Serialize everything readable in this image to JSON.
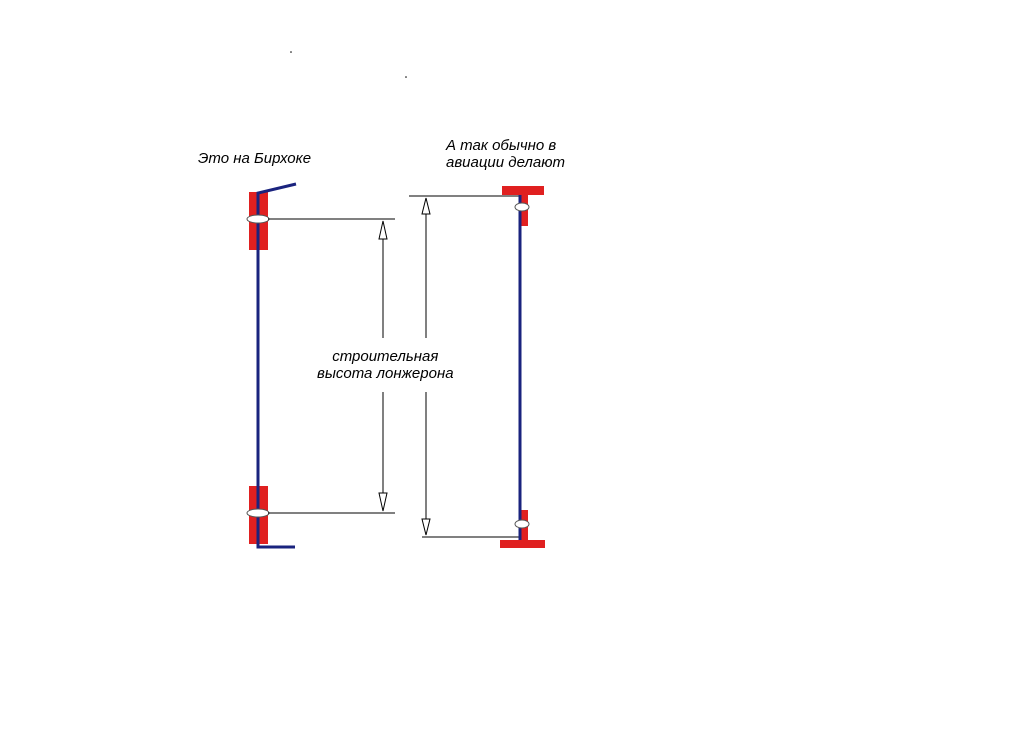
{
  "labels": {
    "left_title": "Это на Бирхоке",
    "right_title_line1": "А так обычно в",
    "right_title_line2": "авиации делают",
    "center_line1": "строительная",
    "center_line2": "высота лонжерона"
  },
  "colors": {
    "web": "#1a237e",
    "flange": "#e02020",
    "dimension": "#000000",
    "background": "#ffffff"
  }
}
